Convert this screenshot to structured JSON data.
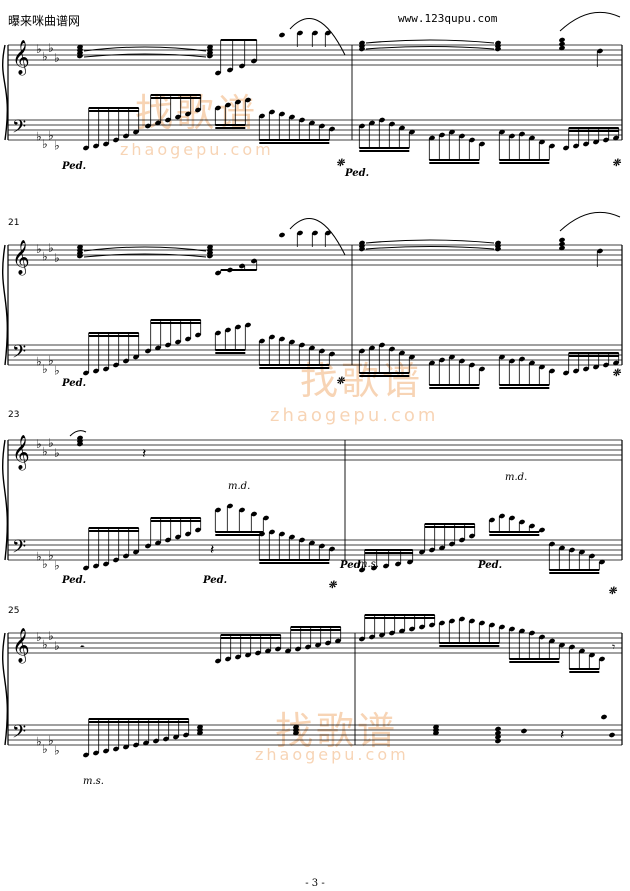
{
  "header": {
    "site_name": "曝来咪曲谱网",
    "site_url": "www.123qupu.com"
  },
  "measure_numbers": [
    "21",
    "23",
    "25"
  ],
  "markings": {
    "md_1": "m.d.",
    "md_2": "m.d.",
    "ms_1": "m.s.",
    "ms_2": "m.s."
  },
  "pedal_marks": {
    "ped_label": "Ped.",
    "release_symbol": "❊"
  },
  "watermark": {
    "logo_text": "找歌谱",
    "logo_url": "zhaogepu.com"
  },
  "footer": {
    "page_number": "- 3 -"
  },
  "colors": {
    "ink": "#000000",
    "watermark": "#f2b27a"
  }
}
